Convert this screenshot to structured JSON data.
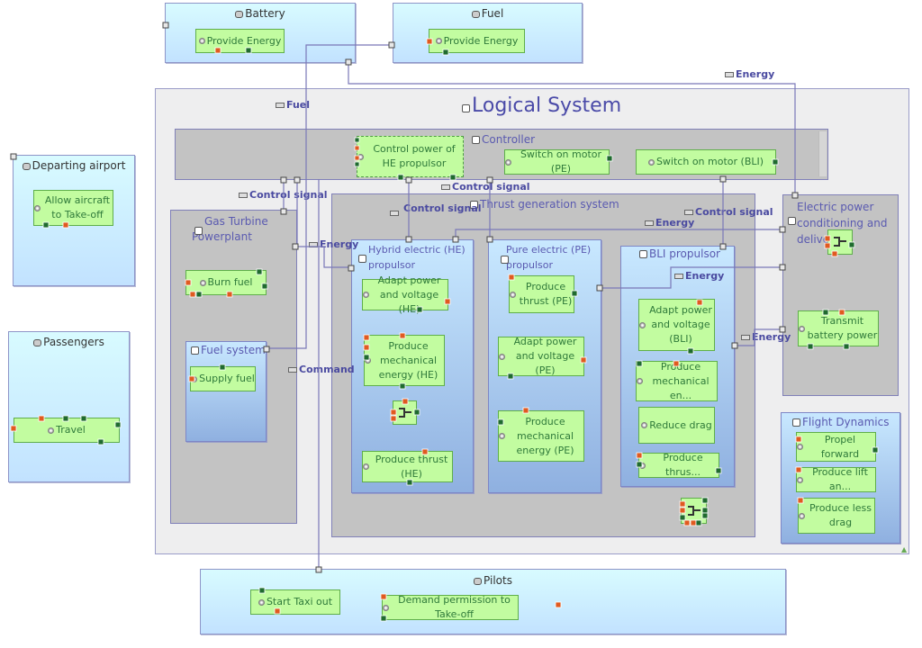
{
  "diagram": {
    "title": "Logical System",
    "colors": {
      "actor_fill": "#d8fbff",
      "component_fill": "#c8e8ff",
      "gray_fill": "#c3c3c3",
      "function_fill": "#c2fca0",
      "function_text": "#2f7a3a",
      "component_text": "#5a5ab0",
      "exchange_line": "#7070b0",
      "exchange_text": "#4a4aa0",
      "port_in": "#e05a20",
      "port_out": "#1f6b2e"
    }
  },
  "actors": {
    "battery": {
      "name": "Battery",
      "functions": [
        "Provide Energy"
      ]
    },
    "fuel": {
      "name": "Fuel",
      "functions": [
        "Provide Energy"
      ]
    },
    "departing_airport": {
      "name": "Departing airport",
      "functions": [
        "Allow aircraft to Take-off"
      ]
    },
    "passengers": {
      "name": "Passengers",
      "functions": [
        "Travel"
      ]
    },
    "pilots": {
      "name": "Pilots",
      "functions": [
        "Start Taxi out",
        "Demand permission to Take-off"
      ]
    }
  },
  "components": {
    "controller": {
      "name": "Controller",
      "functions": [
        "Control power of HE propulsor",
        "Switch on motor (PE)",
        "Switch on motor (BLI)"
      ]
    },
    "gas_turbine": {
      "name": "Gas Turbine Powerplant",
      "functions": [
        "Burn fuel"
      ],
      "fuel_system": {
        "name": "Fuel system",
        "functions": [
          "Supply fuel"
        ]
      }
    },
    "thrust_generation": {
      "name": "Thrust generation system",
      "he": {
        "name": "Hybrid electric (HE) propulsor",
        "functions": [
          "Adapt power and voltage (HE)",
          "Produce mechanical energy (HE)",
          "Produce thrust (HE)"
        ]
      },
      "pe": {
        "name": "Pure electric (PE) propulsor",
        "functions": [
          "Produce thrust  (PE)",
          "Adapt power and voltage (PE)",
          "Produce mechanical energy (PE)"
        ]
      },
      "bli": {
        "name": "BLI propulsor",
        "functions": [
          "Adapt power and voltage (BLI)",
          "Produce mechanical en...",
          "Reduce drag",
          "Produce thrus..."
        ]
      }
    },
    "electric_power": {
      "name": "Electric power conditioning and delive",
      "functions": [
        "Transmit battery power"
      ]
    },
    "flight_dynamics": {
      "name": "Flight Dynamics",
      "functions": [
        "Propel forward",
        "Produce lift an...",
        "Produce less drag"
      ]
    }
  },
  "exchanges": [
    {
      "label": "Fuel"
    },
    {
      "label": "Energy"
    },
    {
      "label": "Control signal"
    },
    {
      "label": "Control signal"
    },
    {
      "label": "Control signal"
    },
    {
      "label": "Control signal"
    },
    {
      "label": "Energy"
    },
    {
      "label": "Energy"
    },
    {
      "label": "Energy"
    },
    {
      "label": "Energy"
    },
    {
      "label": "Command"
    }
  ]
}
